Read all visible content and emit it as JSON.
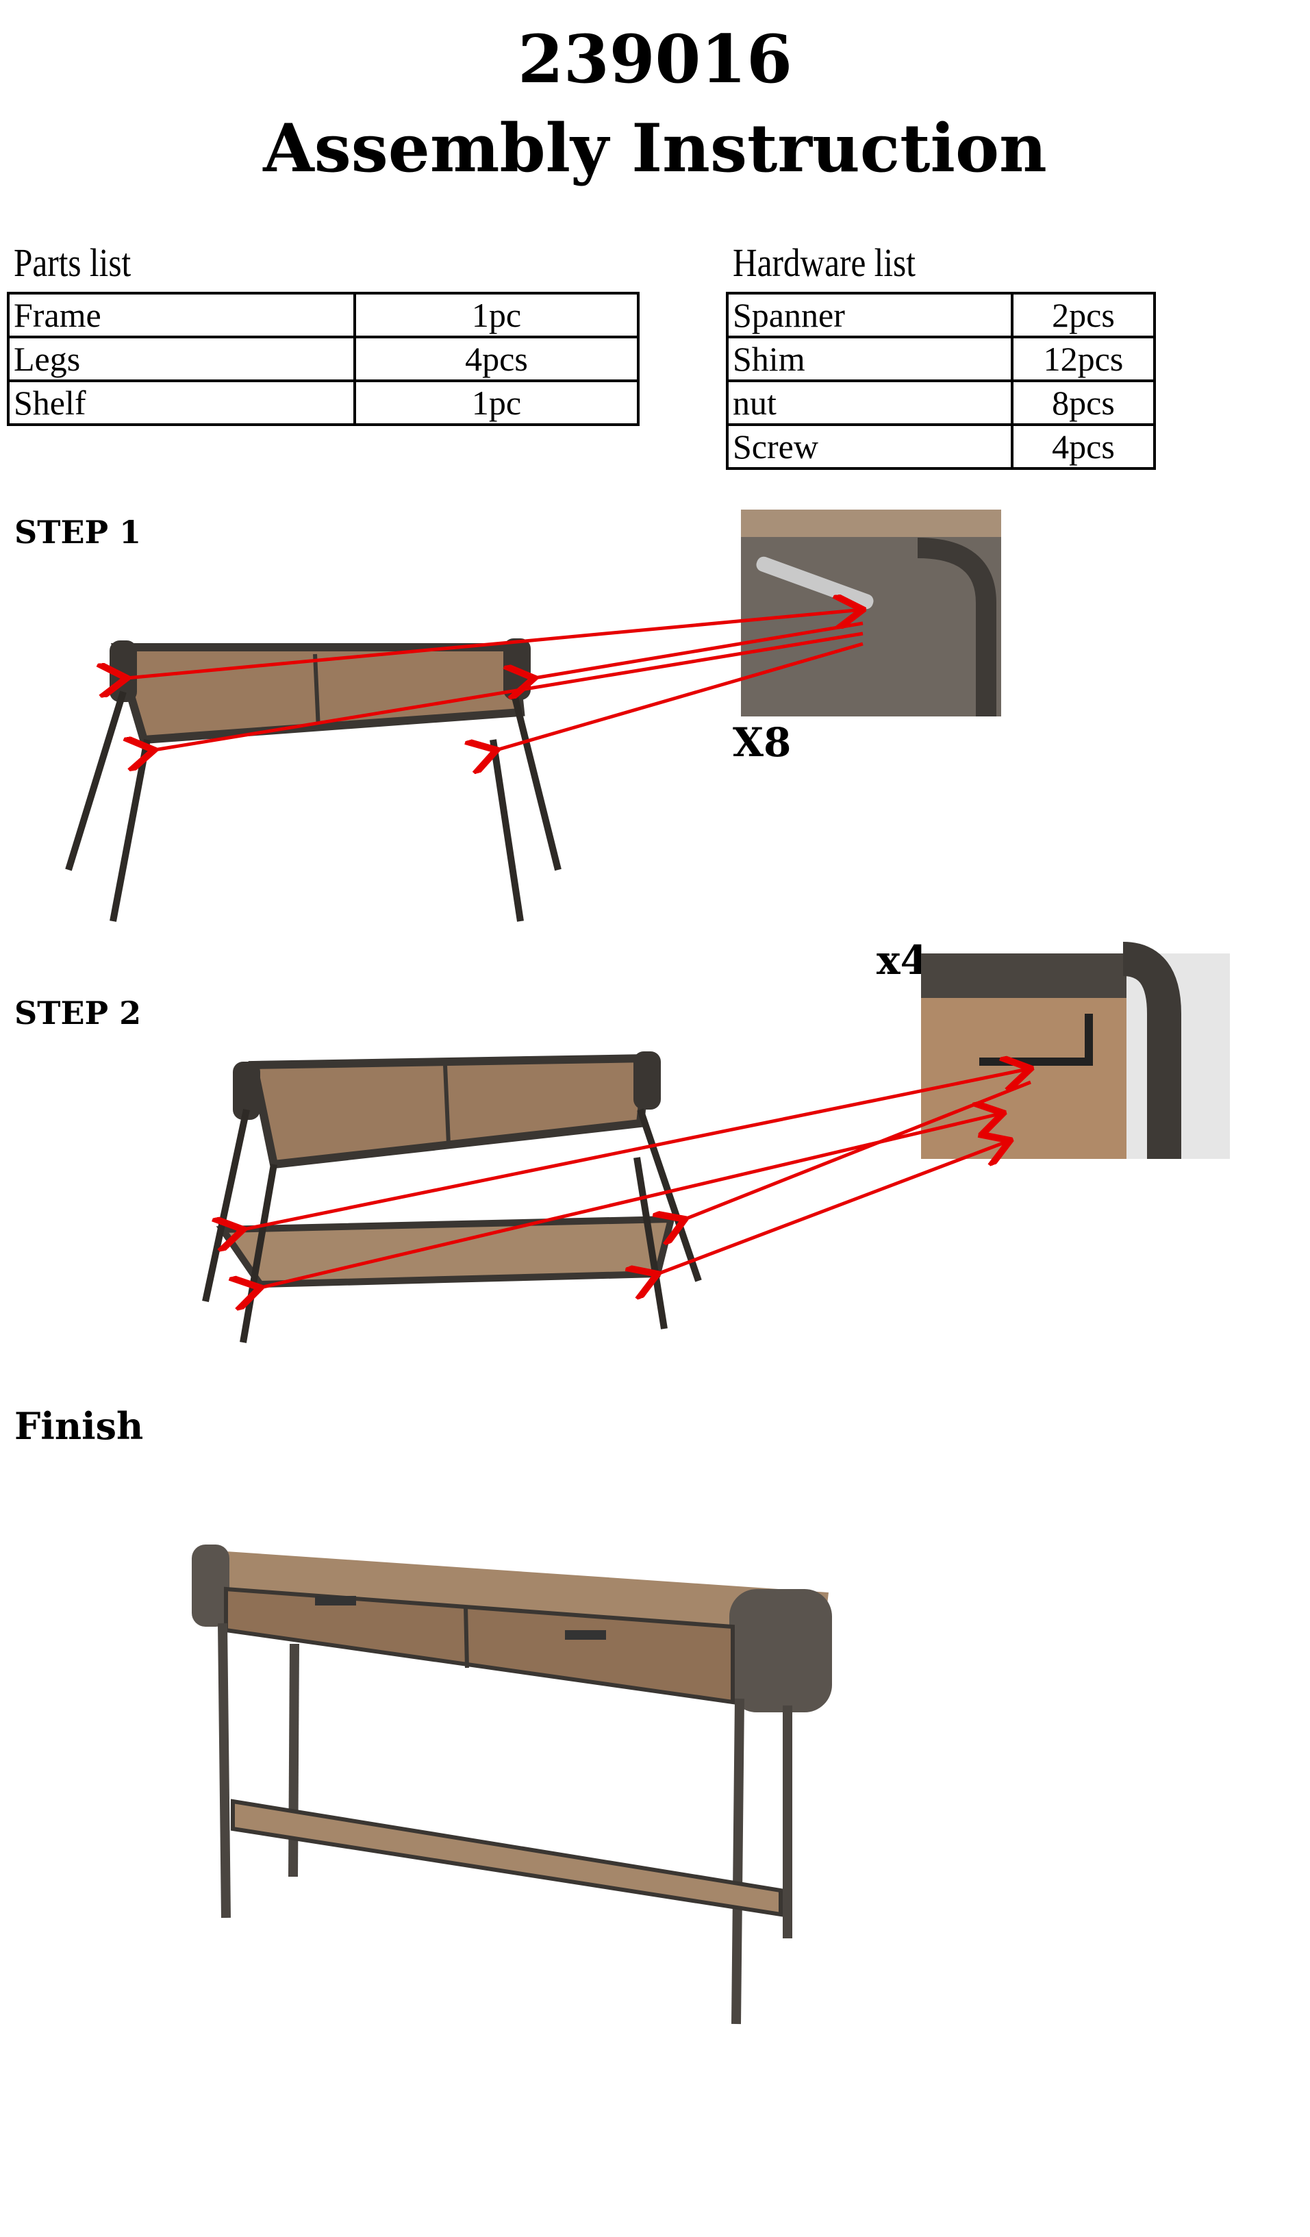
{
  "header": {
    "code": "239016",
    "title": "Assembly Instruction"
  },
  "parts_list": {
    "label": "Parts list",
    "rows": [
      {
        "name": "Frame",
        "qty": "1pc"
      },
      {
        "name": "Legs",
        "qty": "4pcs"
      },
      {
        "name": "Shelf",
        "qty": "1pc"
      }
    ]
  },
  "hardware_list": {
    "label": "Hardware list",
    "rows": [
      {
        "name": "Spanner",
        "qty": "2pcs"
      },
      {
        "name": "Shim",
        "qty": "12pcs"
      },
      {
        "name": "nut",
        "qty": "8pcs"
      },
      {
        "name": "Screw",
        "qty": "4pcs"
      }
    ]
  },
  "steps": [
    {
      "label": "STEP 1",
      "multiplier": "X8"
    },
    {
      "label": "STEP 2",
      "multiplier": "x4"
    },
    {
      "label": "Finish"
    }
  ],
  "colors": {
    "arrow": "#e60000",
    "metal": "#4a4540",
    "wood": "#9a7a5e"
  }
}
